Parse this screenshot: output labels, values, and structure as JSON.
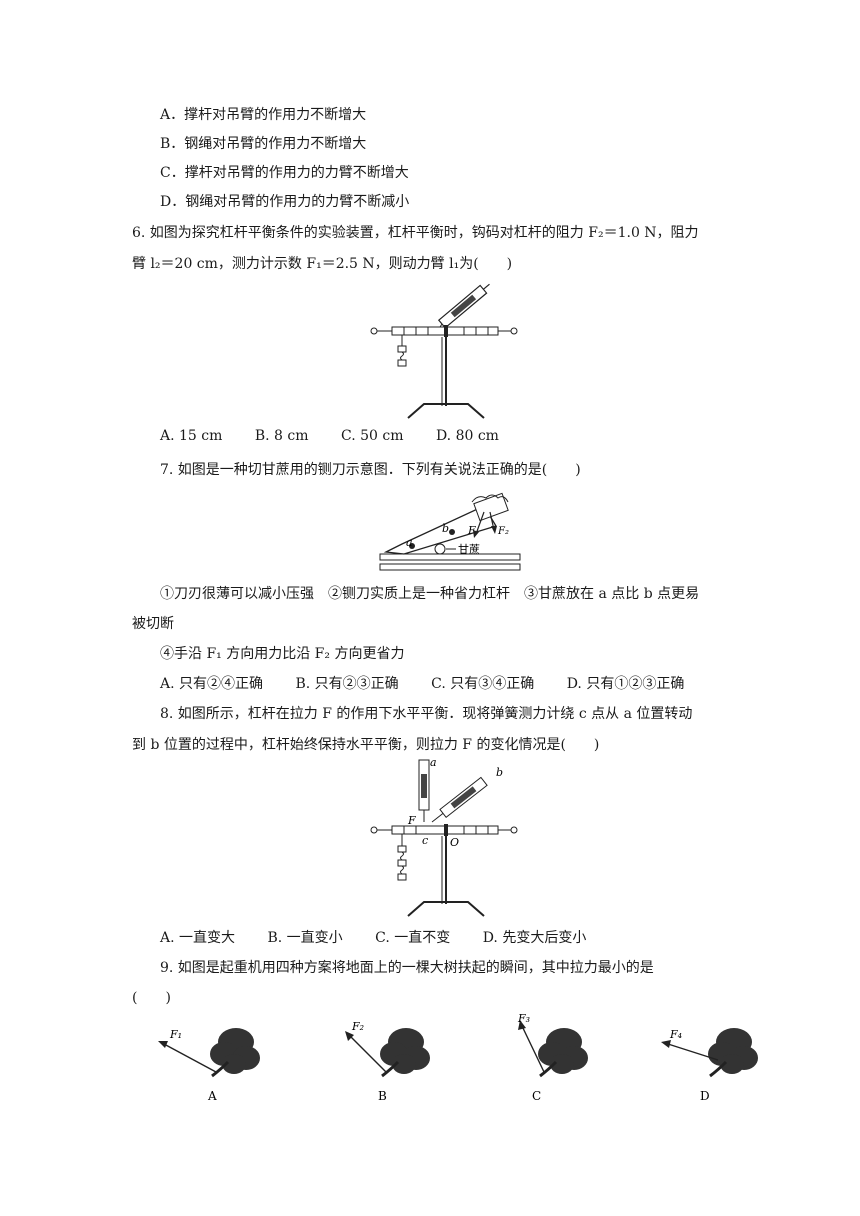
{
  "q5_options": [
    "A．撑杆对吊臂的作用力不断增大",
    "B．钢绳对吊臂的作用力不断增大",
    "C．撑杆对吊臂的作用力的力臂不断增大",
    "D．钢绳对吊臂的作用力的力臂不断减小"
  ],
  "q6": {
    "line1": "6.  如图为探究杠杆平衡条件的实验装置，杠杆平衡时，钩码对杠杆的阻力 F₂＝1.0 N，阻力",
    "line2": "臂 l₂＝20 cm，测力计示数 F₁＝2.5 N，则动力臂 l₁为(　　)",
    "options": [
      "A. 15 cm",
      "B. 8 cm",
      "C. 50 cm",
      "D. 80 cm"
    ]
  },
  "q7": {
    "stem": "7.  如图是一种切甘蔗用的铡刀示意图．下列有关说法正确的是(　　)",
    "fig_labels": {
      "a": "a",
      "b": "b",
      "F": "F",
      "F2": "F₂",
      "cane": "甘蔗"
    },
    "statements_line1": "①刀刃很薄可以减小压强　②铡刀实质上是一种省力杠杆　③甘蔗放在 a 点比 b 点更易",
    "statements_line2": "被切断",
    "statements_line3": "④手沿 F₁ 方向用力比沿 F₂ 方向更省力",
    "options": [
      "A.  只有②④正确",
      "B.  只有②③正确",
      "C.  只有③④正确",
      "D.  只有①②③正确"
    ]
  },
  "q8": {
    "line1": "8.  如图所示，杠杆在拉力 F 的作用下水平平衡．现将弹簧测力计绕 c 点从 a 位置转动",
    "line2": "到 b 位置的过程中，杠杆始终保持水平平衡，则拉力 F 的变化情况是(　　)",
    "fig_labels": {
      "a": "a",
      "b": "b",
      "F": "F",
      "c": "c",
      "O": "O"
    },
    "options": [
      "A.  一直变大",
      "B.  一直变小",
      "C.  一直不变",
      "D.  先变大后变小"
    ]
  },
  "q9": {
    "line1": "9.  如图是起重机用四种方案将地面上的一棵大树扶起的瞬间，其中拉力最小的是",
    "line2": "(　　)",
    "panels": [
      {
        "force": "F₁",
        "label": "A"
      },
      {
        "force": "F₂",
        "label": "B"
      },
      {
        "force": "F₃",
        "label": "C"
      },
      {
        "force": "F₄",
        "label": "D"
      }
    ]
  }
}
